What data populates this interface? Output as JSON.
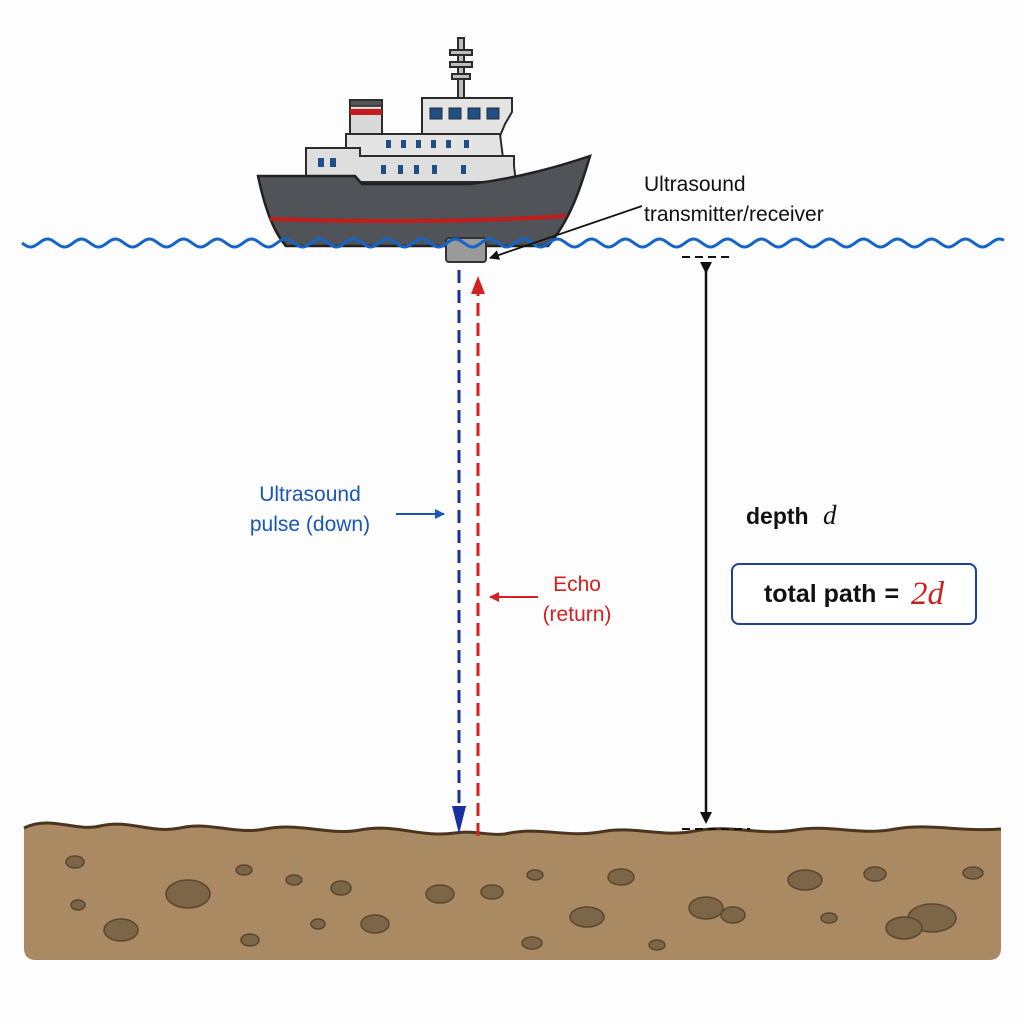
{
  "labels": {
    "transducer_line1": "Ultrasound",
    "transducer_line2": "transmitter/receiver",
    "pulse_line1": "Ultrasound",
    "pulse_line2": "pulse (down)",
    "echo_line1": "Echo",
    "echo_line2": "(return)",
    "depth_word": "depth",
    "depth_symbol": "d",
    "total_path_label": "total path",
    "total_path_equals": "=",
    "total_path_value": "2d"
  },
  "colors": {
    "water_line": "#1565c8",
    "pulse_down": "#1a2fa0",
    "echo_return": "#d42020",
    "pulse_text": "#1a55b8",
    "echo_text": "#d42020",
    "seabed": "#a98a62",
    "seabed_edge": "#4a3520",
    "rock": "#7c6648",
    "hull": "#505357",
    "hull_stripe": "#c21c1c",
    "cabin": "#e4e4e4",
    "window": "#1f4f86",
    "box_border": "#1f3f9c",
    "total_value": "#cc1f1f"
  },
  "icons": {
    "ship": "ship-icon",
    "transducer": "transducer-icon",
    "rock": "rock-icon"
  }
}
